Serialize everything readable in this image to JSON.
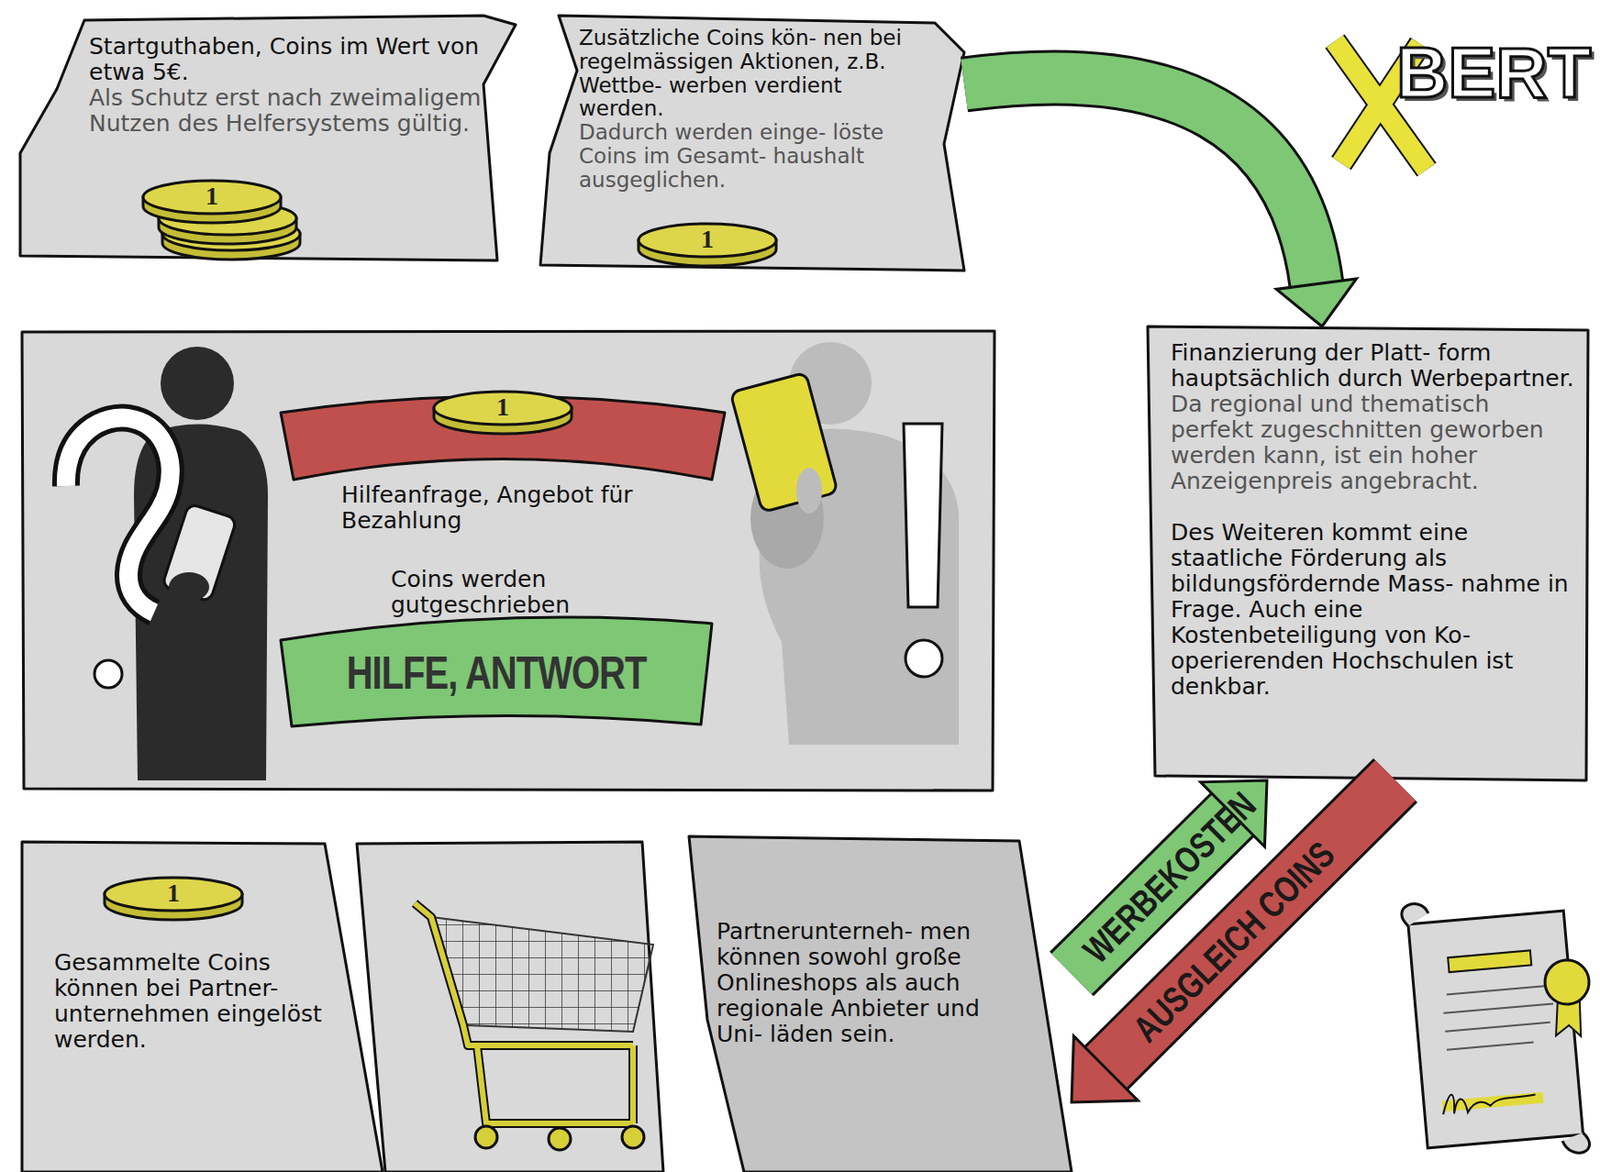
{
  "diagram": {
    "nodes": [
      {
        "text": [
          "Startguthaben, Coins im Wert von etwa 5€.",
          "Als Schutz erst nach zweimaligem Nutzen des Helfersystems gültig."
        ]
      },
      {
        "text": [
          "Zusätzliche Coins kön- nen bei regelmässigen Aktionen, z.B. Wettbe- werben verdient werden.",
          "Dadurch werden einge- löste Coins im Gesamt- haushalt ausgeglichen."
        ]
      },
      {
        "text": [
          "Hilfeanfrage, Angebot für Bezahlung"
        ]
      },
      {
        "text": [
          "Coins werden gutgeschrieben",
          "HILFE, ANTWORT"
        ]
      },
      {
        "text": [
          "Finanzierung der Platt- form hauptsächlich durch Werbepartner.",
          "Da regional und thematisch perfekt zugeschnitten geworben werden kann, ist ein hoher Anzeigenpreis angebracht.",
          "Des Weiteren kommt eine staatliche Förderung als bildungsfördernde Mass- nahme in Frage. Auch eine Kostenbeteiligung von Ko- operierenden Hochschulen ist denkbar."
        ]
      },
      {
        "text": [
          "Gesammelte Coins können bei Partner- unternehmen eingelöst werden."
        ]
      },
      {
        "text": [
          "Partnerunterneh- men können sowohl große Onlineshops als auch regionale Anbieter und Uni- läden sein."
        ]
      }
    ],
    "edges": [
      {
        "from": 1,
        "to": 4,
        "arrow": "to"
      },
      {
        "from": 6,
        "to": 4,
        "label": "WERBEKOSTEN",
        "arrow": "to"
      },
      {
        "from": 4,
        "to": 6,
        "label": "AUSGLEICH COINS",
        "arrow": "to"
      }
    ],
    "labels": [
      "1",
      "1",
      "1",
      "1",
      "BERT"
    ]
  }
}
